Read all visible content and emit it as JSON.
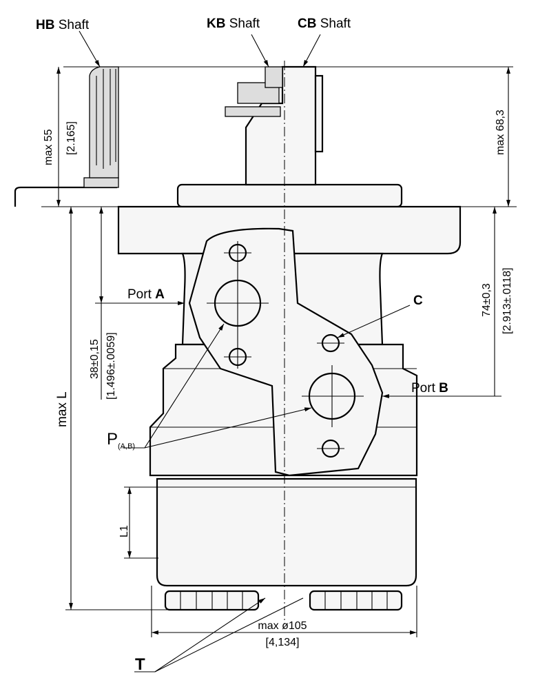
{
  "shafts": [
    {
      "code": "HB",
      "label": "Shaft"
    },
    {
      "code": "KB",
      "label": "Shaft"
    },
    {
      "code": "CB",
      "label": "Shaft"
    }
  ],
  "ports": {
    "a": {
      "prefix": "Port",
      "letter": "A"
    },
    "b": {
      "prefix": "Port",
      "letter": "B"
    },
    "c": "C",
    "p": {
      "main": "P",
      "sub": "(A,B)"
    },
    "t": "T"
  },
  "dimensions": {
    "max55": "max 55",
    "max55_in": "[2.165]",
    "max68": "max 68,3",
    "d74": "74±0,3",
    "d74_in": "[2.913±.0118]",
    "d38": "38±0,15",
    "d38_in": "[1.496±.0059]",
    "maxL": "max L",
    "L1": "L1",
    "dia": "max ø105",
    "dia_in": "[4,134]"
  }
}
